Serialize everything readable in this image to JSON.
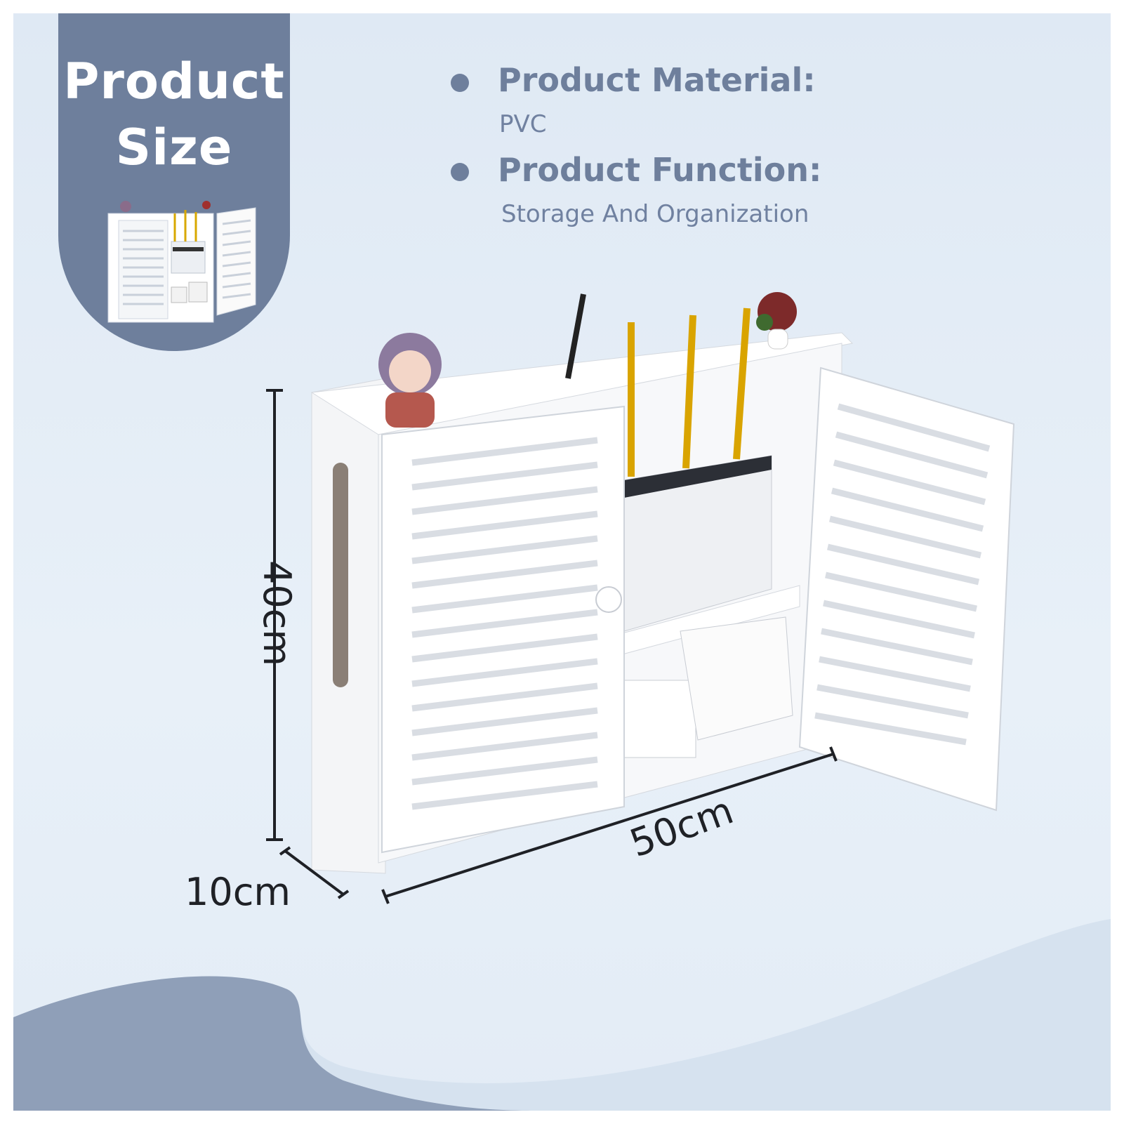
{
  "badge": {
    "line1": "Product",
    "line2": "Size"
  },
  "specs": [
    {
      "heading": "Product Material:",
      "value": "PVC"
    },
    {
      "heading": "Product Function:",
      "value": "Storage And Organization"
    }
  ],
  "dimensions": {
    "height": "40cm",
    "width": "50cm",
    "depth": "10cm"
  },
  "colors": {
    "accent": "#6e7f9c",
    "background": "#e3ecf6",
    "cabinet": "#ffffff"
  }
}
